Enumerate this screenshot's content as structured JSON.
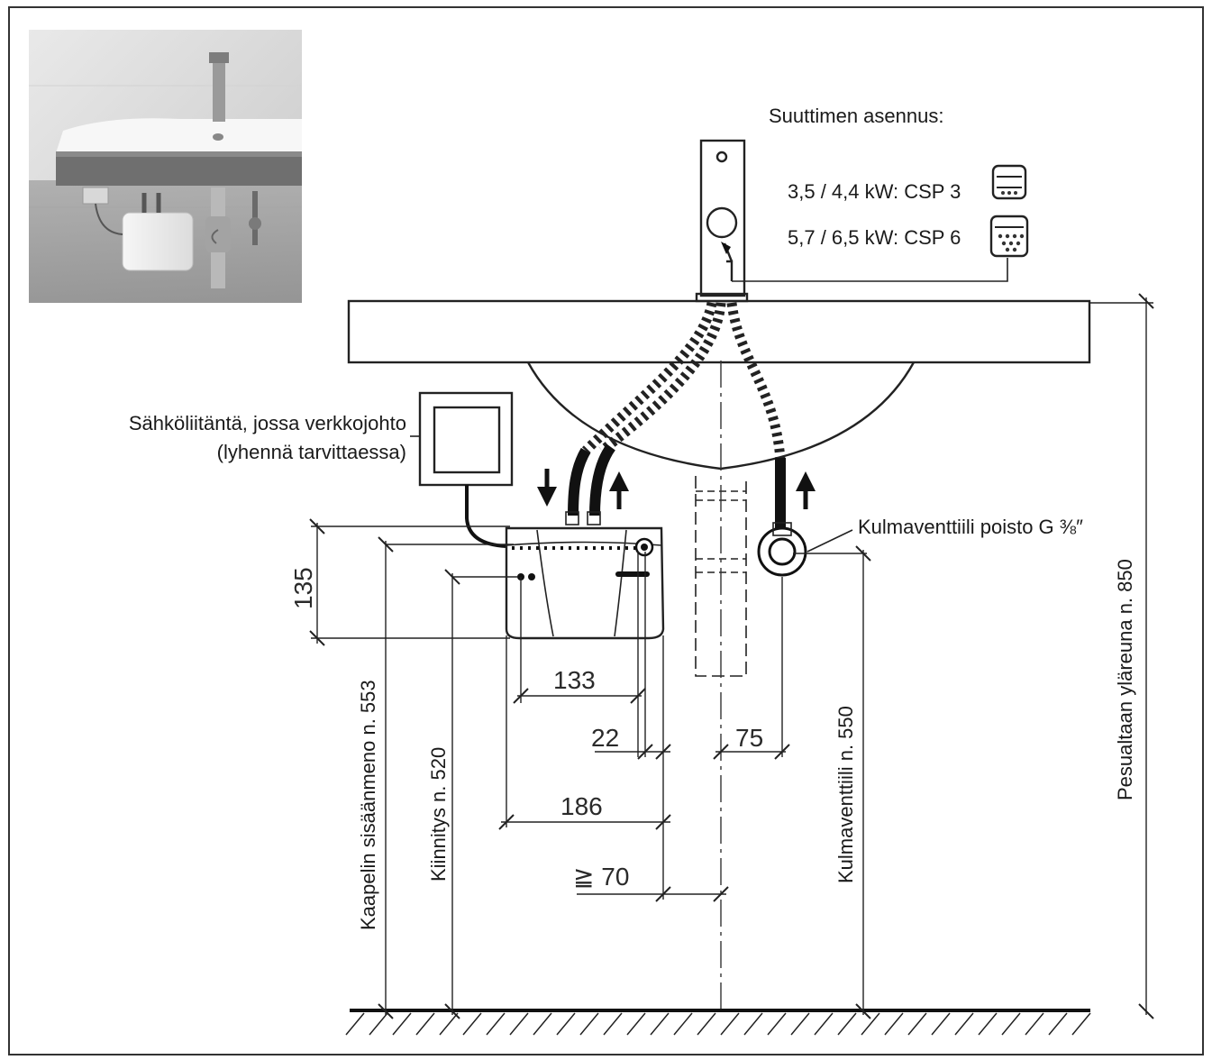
{
  "photo": {
    "description_icon": "sink-photo-icon"
  },
  "labels": {
    "nozzle_title": "Suuttimen asennus:",
    "nozzle_csp3": "3,5 / 4,4 kW: CSP 3",
    "nozzle_csp6": "5,7 / 6,5 kW: CSP 6",
    "electric_line1": "Sähköliitäntä, jossa verkkojohto",
    "electric_line2": "(lyhennä tarvittaessa)",
    "angle_valve": "Kulmaventtiili poisto G ⅜″",
    "cable_entry": "Kaapelin sisäänmeno n. 553",
    "mounting": "Kiinnitys n. 520",
    "angle_valve_height": "Kulmaventtiili n. 550",
    "basin_top": "Pesualtaan yläreuna n. 850"
  },
  "dimensions": {
    "d135": "135",
    "d133": "133",
    "d22": "22",
    "d75": "75",
    "d186": "186",
    "d70": "≧ 70"
  },
  "colors": {
    "line": "#222222",
    "background": "#ffffff"
  }
}
